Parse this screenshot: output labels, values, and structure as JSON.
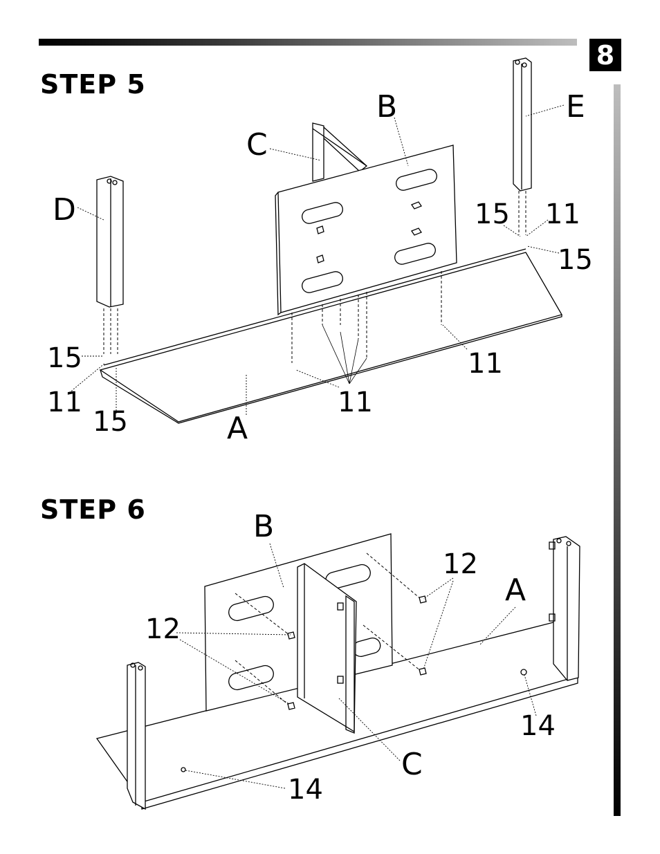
{
  "page_number": "8",
  "step5": {
    "title": "STEP 5",
    "labels": {
      "B": "B",
      "C": "C",
      "D": "D",
      "E": "E",
      "A": "A",
      "n15_left_top": "15",
      "n11_left": "11",
      "n15_left_bottom": "15",
      "n11_center": "11",
      "n11_right": "11",
      "n15_right_top": "15",
      "n11_right_top": "11",
      "n15_right_bottom": "15"
    }
  },
  "step6": {
    "title": "STEP 6",
    "labels": {
      "B": "B",
      "A": "A",
      "C": "C",
      "n12_left": "12",
      "n12_right": "12",
      "n14_right": "14",
      "n14_left": "14"
    }
  }
}
